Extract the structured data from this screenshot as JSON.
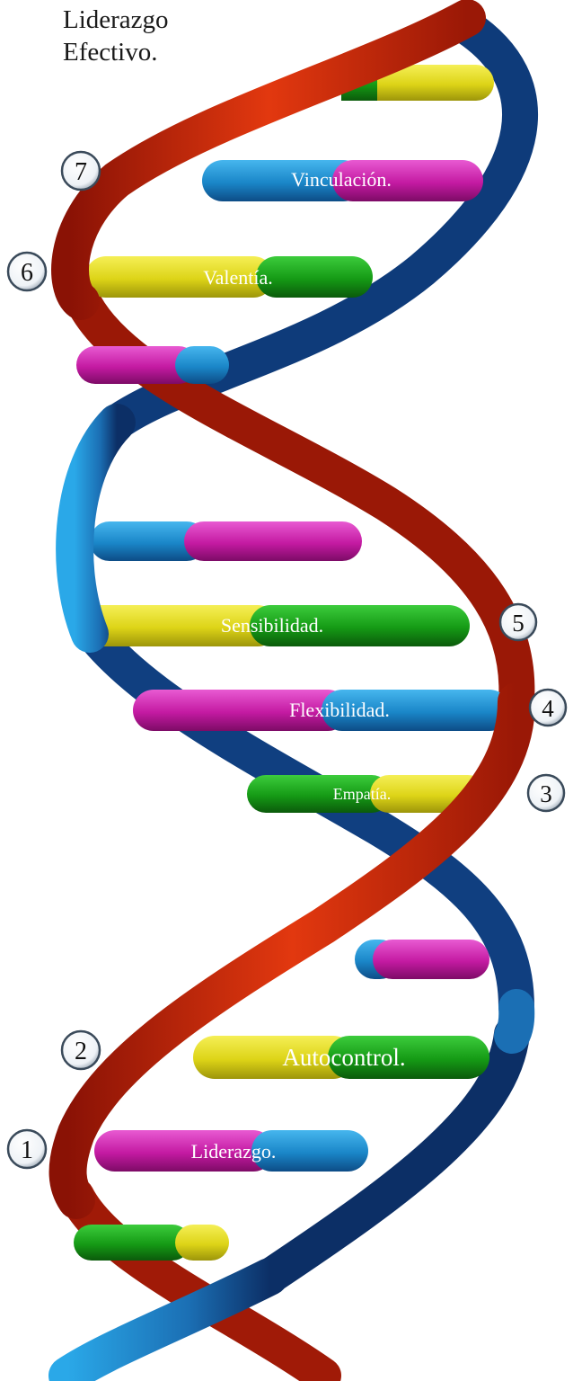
{
  "title": {
    "line1": "Liderazgo",
    "line2": "Efectivo."
  },
  "colors": {
    "red": "#d9300e",
    "blue": "#1f86c8",
    "navy": "#0c2f66",
    "yellow": "#e3da1c",
    "green": "#1aa11a",
    "magenta": "#cc1fa8",
    "cyan": "#1b96d4"
  },
  "traits": [
    {
      "number": "1",
      "label": "Liderazgo."
    },
    {
      "number": "2",
      "label": "Autocontrol."
    },
    {
      "number": "3",
      "label": "Empatía."
    },
    {
      "number": "4",
      "label": "Flexibilidad."
    },
    {
      "number": "5",
      "label": "Sensibilidad."
    },
    {
      "number": "6",
      "label": "Valentía."
    },
    {
      "number": "7",
      "label": "Vinculación."
    }
  ]
}
